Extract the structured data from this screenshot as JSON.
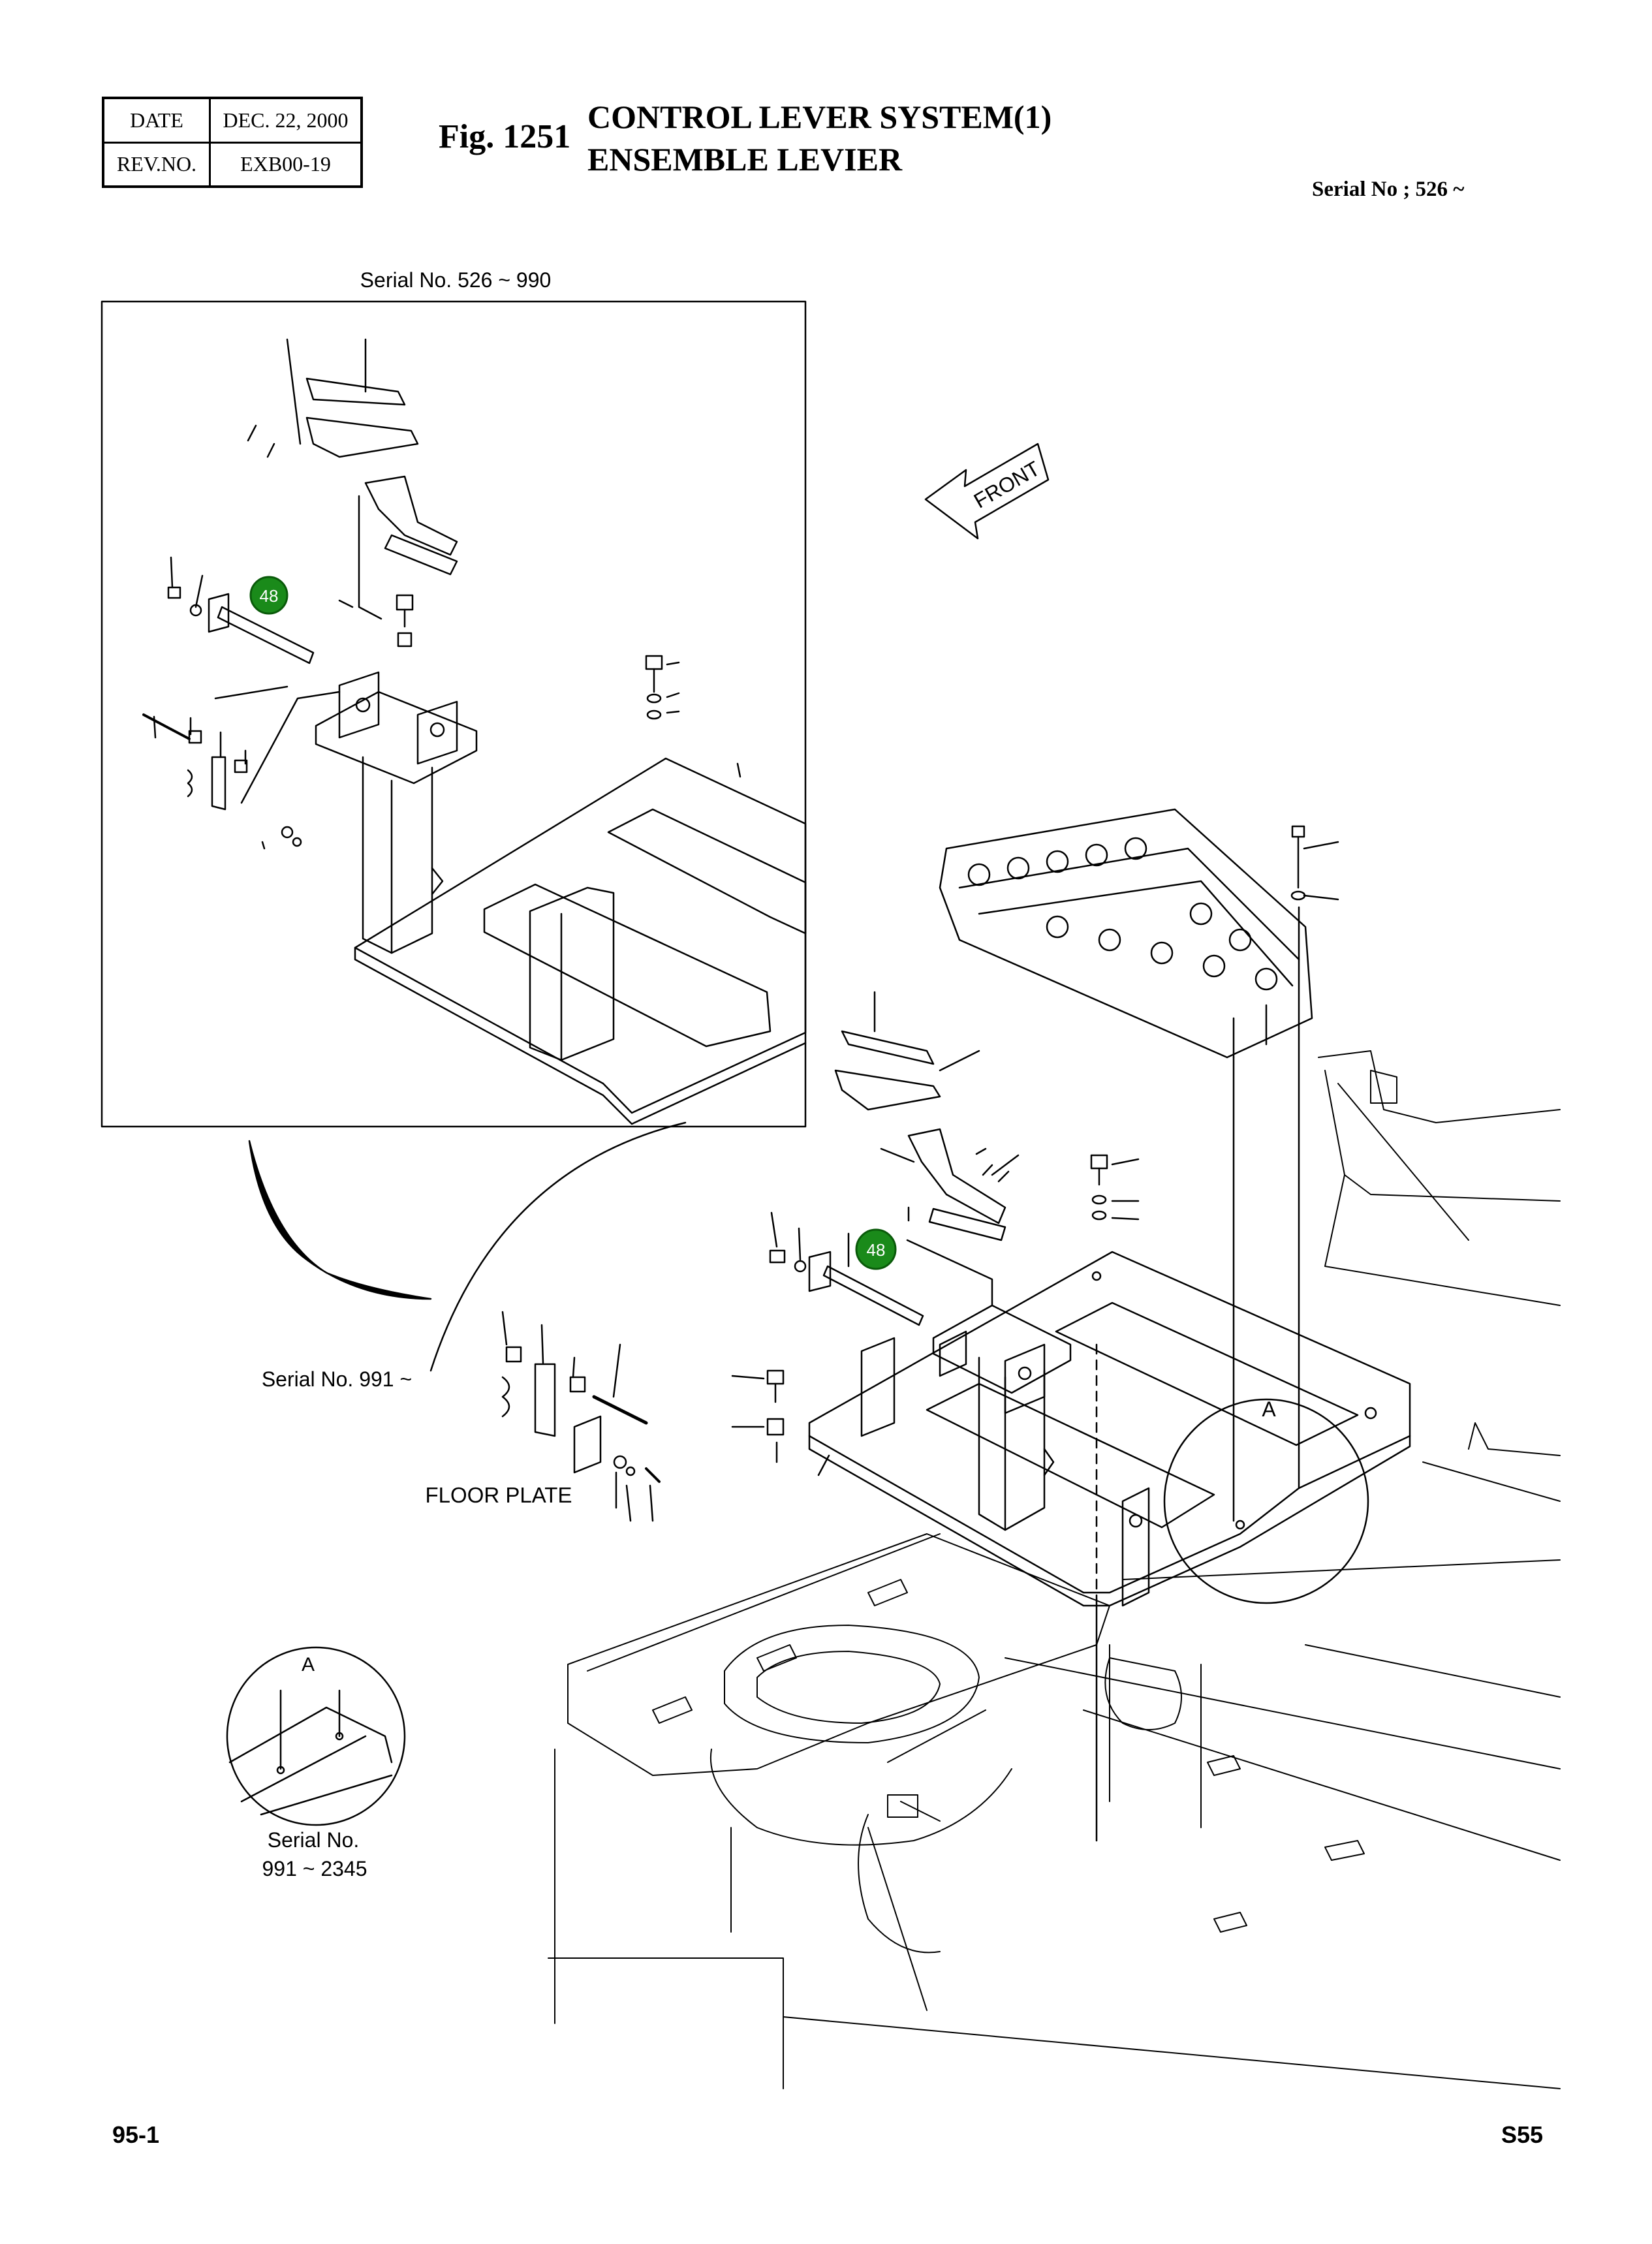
{
  "header": {
    "date_label": "DATE",
    "date_value": "DEC. 22, 2000",
    "rev_label": "REV.NO.",
    "rev_value": "EXB00-19",
    "fig_number": "Fig. 1251",
    "title_en": "CONTROL LEVER SYSTEM(1)",
    "title_fr": "ENSEMBLE LEVIER",
    "serial_range": "Serial No ; 526 ~"
  },
  "diagram": {
    "inset_serial": "Serial No. 526 ~ 990",
    "main_serial": "Serial No. 991 ~",
    "detail_serial_1": "Serial No.",
    "detail_serial_2": "991 ~ 2345",
    "floor_plate_label": "FLOOR PLATE",
    "front_label": "FRONT",
    "detail_ref": "A",
    "callout_number": "48",
    "callout_color": "#1a8a1a"
  },
  "footer": {
    "page_number": "95-1",
    "sheet_code": "S55"
  }
}
